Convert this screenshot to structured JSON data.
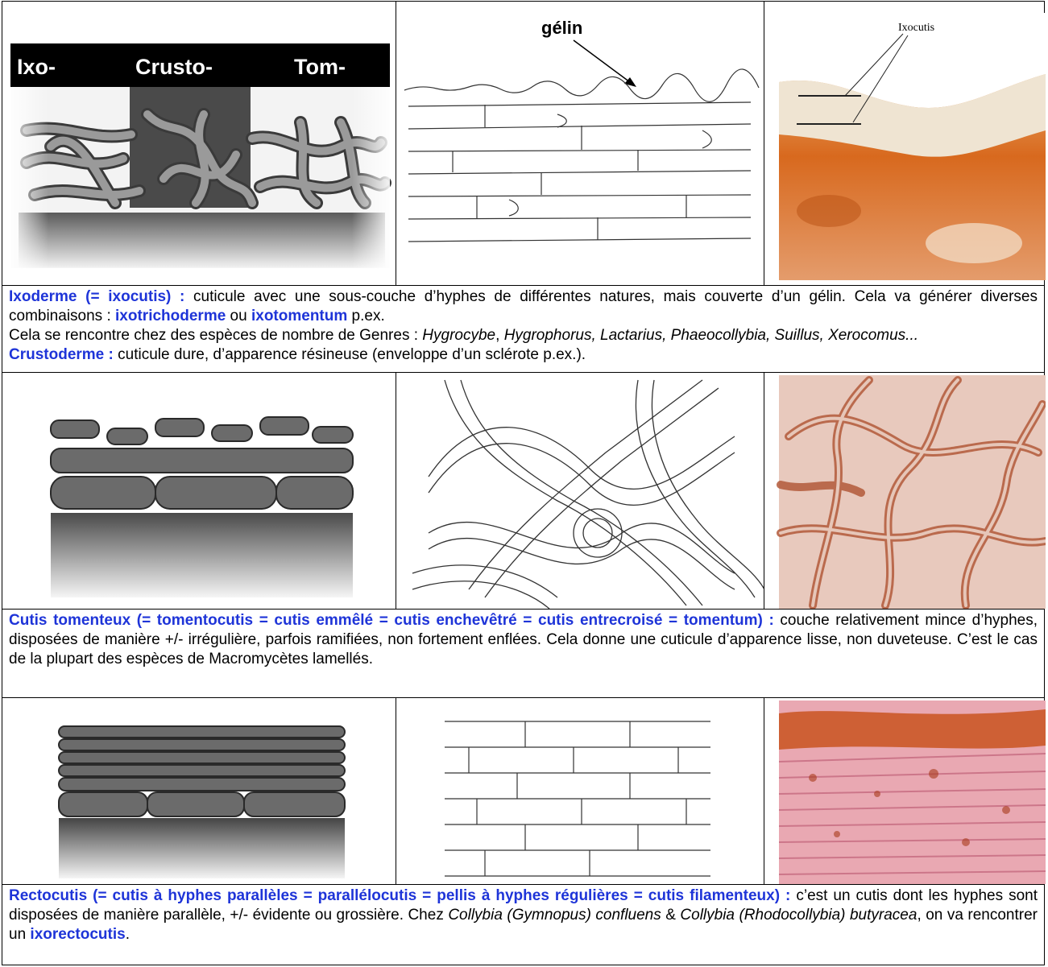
{
  "panel1": {
    "labels": [
      "Ixo-",
      "Crusto-",
      "Tom-"
    ],
    "gelin_label": "gélin",
    "photo_label": "Ixocutis"
  },
  "ixoderme": {
    "term": "Ixoderme (= ixocutis) :",
    "desc_a": " cuticule avec une sous-couche d’hyphes de différentes natures, mais couverte d’un gélin. Cela va générer diverses combinaisons : ",
    "ixotrichoderme": "ixotrichoderme",
    "ou": " ou ",
    "ixotomentum": "ixotomentum",
    "desc_b": " p.ex.",
    "line2_a": "Cela se rencontre chez des espèces de nombre de Genres : ",
    "genera": [
      {
        "name": "Hygrocybe",
        "sep": ", "
      },
      {
        "name": "Hygrophorus, Lactarius, Phaeocollybia, Suillus, Xerocomus...",
        "sep": ""
      }
    ]
  },
  "crustoderme": {
    "term": "Crustoderme :",
    "desc": " cuticule dure, d’apparence résineuse (enveloppe d’un sclérote p.ex.)."
  },
  "cutis_tomenteux": {
    "term": "Cutis tomenteux (= tomentocutis = cutis emmêlé = cutis enchevêtré = cutis entrecroisé = tomentum) :",
    "desc": " couche relativement mince d’hyphes, disposées de manière +/- irrégulière, parfois ramifiées, non fortement enflées. Cela donne une cuticule d’apparence lisse, non duveteuse. C’est le cas de la plupart des espèces de Macromycètes lamellés."
  },
  "rectocutis": {
    "term": "Rectocutis (= cutis à hyphes parallèles = parallélocutis = pellis à hyphes régulières = cutis filamenteux) :",
    "desc_a": " c’est un cutis dont les hyphes sont disposées de manière parallèle, +/- évidente ou grossière. Chez ",
    "species1": "Collybia (Gymnopus) confluens",
    "amp": " & ",
    "species2": "Collybia (Rhodocollybia) butyracea",
    "desc_b": ", on va rencontrer un ",
    "ixorectocutis": "ixorectocutis",
    "end": "."
  },
  "colors": {
    "accent_blue": "#1e34d8",
    "photo_orange": "#d2691e",
    "photo_pink": "#e8a0a8"
  }
}
